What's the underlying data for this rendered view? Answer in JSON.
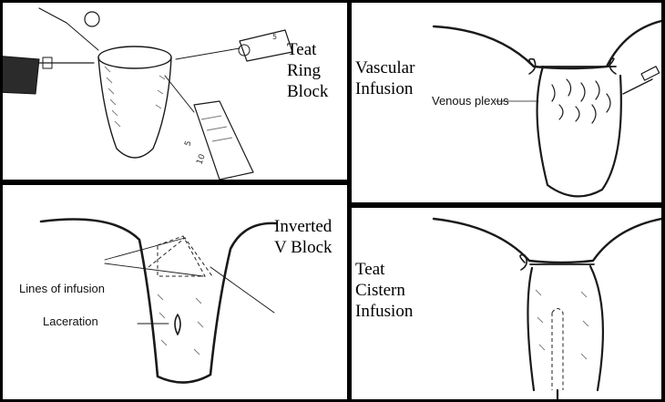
{
  "panels": {
    "teat_ring": {
      "caption": [
        "Teat",
        "Ring",
        "Block"
      ]
    },
    "vascular": {
      "caption": [
        "Vascular",
        "Infusion"
      ],
      "labels": {
        "plexus": "Venous plexus"
      }
    },
    "inverted_v": {
      "caption": [
        "Inverted",
        "V Block"
      ],
      "labels": {
        "lines": "Lines of infusion",
        "laceration": "Laceration"
      }
    },
    "cistern": {
      "caption": [
        "Teat",
        "Cistern",
        "Infusion"
      ]
    }
  }
}
